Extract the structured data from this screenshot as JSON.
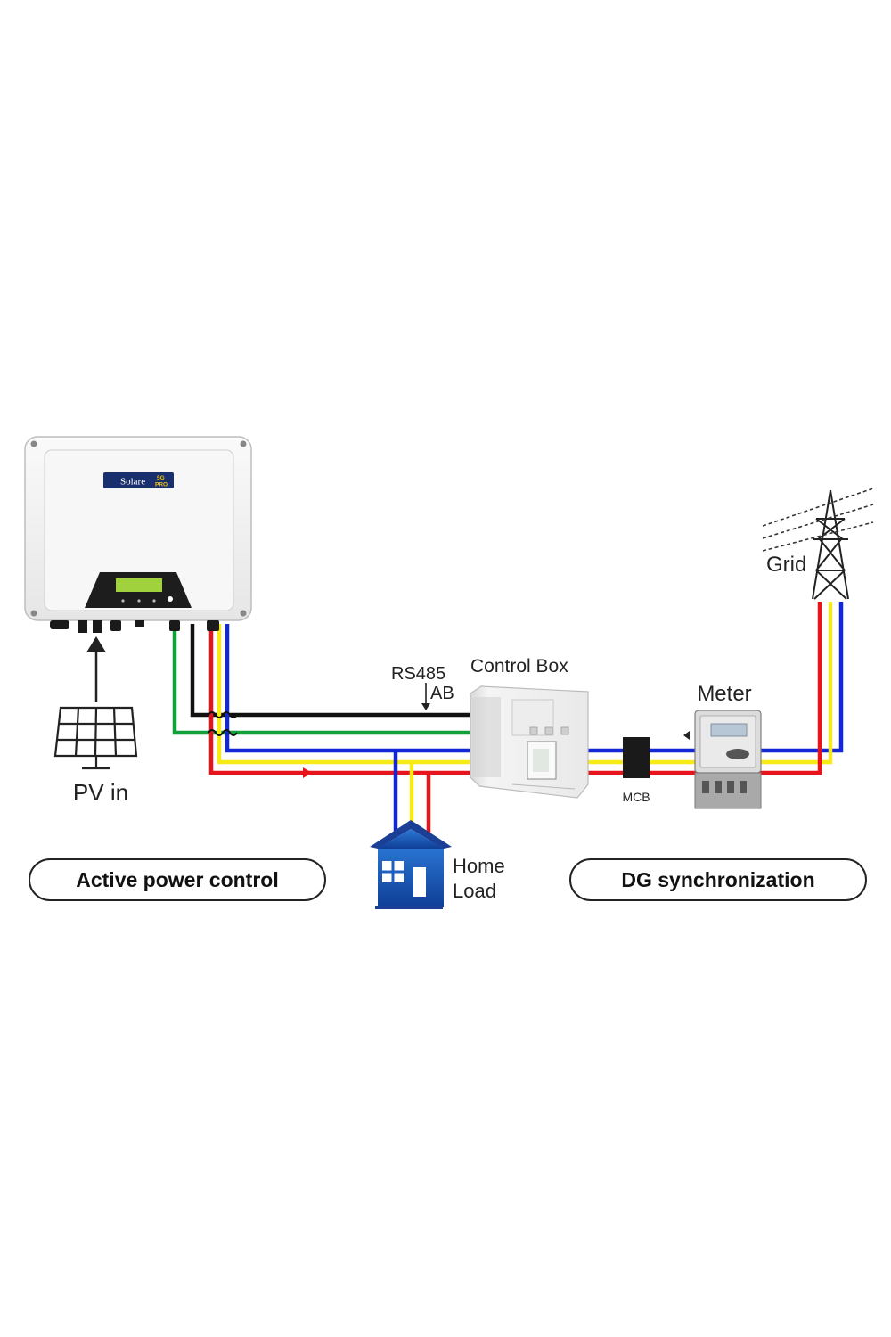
{
  "labels": {
    "pv_in": "PV in",
    "rs485": "RS485",
    "ab": "AB",
    "control_box": "Control Box",
    "meter": "Meter",
    "grid": "Grid",
    "mcb": "MCB",
    "home": "Home",
    "load": "Load"
  },
  "badges": {
    "active_power_control": "Active power control",
    "dg_synchronization": "DG synchronization"
  },
  "inverter": {
    "brand": "Solare",
    "badge_top": "5G",
    "badge_bottom": "PRO"
  },
  "colors": {
    "red": "#e8141b",
    "yellow": "#f7ea16",
    "blue": "#1227d6",
    "green": "#12a03a",
    "black": "#111111",
    "inverter_body": "#f2f2f2",
    "lcd": "#9fd23c",
    "house": "#1f5fc0"
  }
}
